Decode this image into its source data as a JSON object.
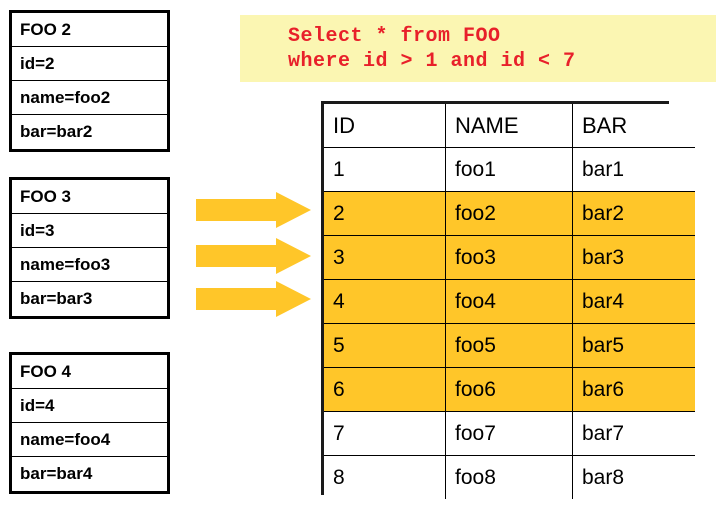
{
  "entity_boxes": [
    {
      "title": "FOO 2",
      "rows": [
        "id=2",
        "name=foo2",
        "bar=bar2"
      ]
    },
    {
      "title": "FOO 3",
      "rows": [
        "id=3",
        "name=foo3",
        "bar=bar3"
      ]
    },
    {
      "title": "FOO 4",
      "rows": [
        "id=4",
        "name=foo4",
        "bar=bar4"
      ]
    }
  ],
  "arrows": {
    "count": 3,
    "direction": "right",
    "color": "#ffc629",
    "icon": "arrow-right-icon"
  },
  "sql": {
    "line1": "Select * from FOO",
    "line2": "where id > 1 and id < 7",
    "text_color": "#e8202a",
    "background_color": "#fbf6b2"
  },
  "table": {
    "columns": [
      "ID",
      "NAME",
      "BAR"
    ],
    "highlight_color": "#ffc629",
    "rows": [
      {
        "id": "1",
        "name": "foo1",
        "bar": "bar1",
        "highlighted": false
      },
      {
        "id": "2",
        "name": "foo2",
        "bar": "bar2",
        "highlighted": true
      },
      {
        "id": "3",
        "name": "foo3",
        "bar": "bar3",
        "highlighted": true
      },
      {
        "id": "4",
        "name": "foo4",
        "bar": "bar4",
        "highlighted": true
      },
      {
        "id": "5",
        "name": "foo5",
        "bar": "bar5",
        "highlighted": true
      },
      {
        "id": "6",
        "name": "foo6",
        "bar": "bar6",
        "highlighted": true
      },
      {
        "id": "7",
        "name": "foo7",
        "bar": "bar7",
        "highlighted": false
      },
      {
        "id": "8",
        "name": "foo8",
        "bar": "bar8",
        "highlighted": false
      }
    ]
  }
}
